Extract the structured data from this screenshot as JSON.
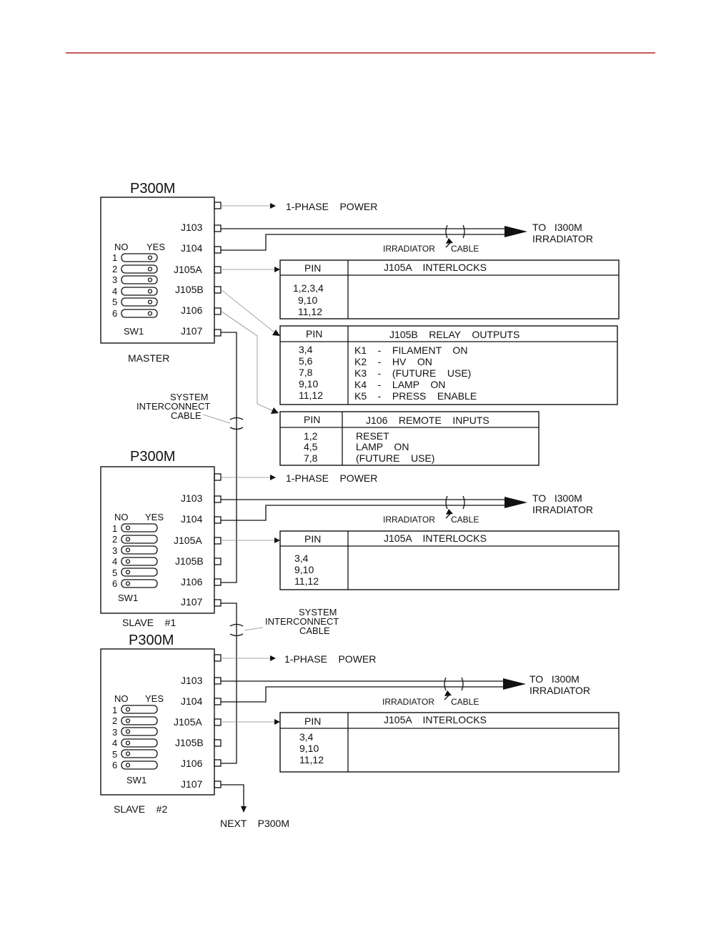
{
  "header_rule_color": "#b0262d",
  "units": [
    {
      "title": "P300M",
      "role": "MASTER",
      "power": "1-PHASE    POWER",
      "connectors": [
        "J103",
        "J104",
        "J105A",
        "J105B",
        "J106",
        "J107"
      ],
      "sw_no": "NO",
      "sw_yes": "YES",
      "sw_label": "SW1",
      "switches": [
        "1",
        "2",
        "3",
        "4",
        "5",
        "6"
      ],
      "output_to": [
        "TO   I300M",
        "IRRADIATOR"
      ],
      "cable": [
        "IRRADIATOR",
        "CABLE"
      ]
    },
    {
      "title": "P300M",
      "role": "SLAVE    #1",
      "power": "1-PHASE    POWER",
      "connectors": [
        "J103",
        "J104",
        "J105A",
        "J105B",
        "J106",
        "J107"
      ],
      "sw_no": "NO",
      "sw_yes": "YES",
      "sw_label": "SW1",
      "switches": [
        "1",
        "2",
        "3",
        "4",
        "5",
        "6"
      ],
      "output_to": [
        "TO   I300M",
        "IRRADIATOR"
      ],
      "cable": [
        "IRRADIATOR",
        "CABLE"
      ]
    },
    {
      "title": "P300M",
      "role": "SLAVE    #2",
      "power": "1-PHASE    POWER",
      "connectors": [
        "J103",
        "J104",
        "J105A",
        "J105B",
        "J106",
        "J107"
      ],
      "sw_no": "NO",
      "sw_yes": "YES",
      "sw_label": "SW1",
      "switches": [
        "1",
        "2",
        "3",
        "4",
        "5",
        "6"
      ],
      "output_to": [
        "TO   I300M",
        "IRRADIATOR"
      ],
      "cable": [
        "IRRADIATOR",
        "CABLE"
      ]
    }
  ],
  "tables": [
    {
      "pin_header": "PIN",
      "title": "J105A    INTERLOCKS",
      "pins": [
        "1,2,3,4",
        "9,10",
        "11,12"
      ],
      "desc": []
    },
    {
      "pin_header": "PIN",
      "title": "J105B    RELAY    OUTPUTS",
      "pins": [
        "3,4",
        "5,6",
        "7,8",
        "9,10",
        "11,12"
      ],
      "desc": [
        "K1    -    FILAMENT    ON",
        "K2    -    HV    ON",
        "K3    -    (FUTURE    USE)",
        "K4    -    LAMP    ON",
        "K5    -    PRESS    ENABLE"
      ]
    },
    {
      "pin_header": "PIN",
      "title": "J106    REMOTE    INPUTS",
      "pins": [
        "1,2",
        "4,5",
        "7,8"
      ],
      "desc": [
        "RESET",
        "LAMP    ON",
        "(FUTURE    USE)"
      ]
    },
    {
      "pin_header": "PIN",
      "title": "J105A    INTERLOCKS",
      "pins": [
        "3,4",
        "9,10",
        "11,12"
      ],
      "desc": []
    },
    {
      "pin_header": "PIN",
      "title": "J105A    INTERLOCKS",
      "pins": [
        "3,4",
        "9,10",
        "11,12"
      ],
      "desc": []
    }
  ],
  "interconnect": [
    {
      "lines": [
        "SYSTEM",
        "INTERCONNECT",
        "CABLE"
      ]
    },
    {
      "lines": [
        "SYSTEM",
        "INTERCONNECT",
        "CABLE"
      ]
    }
  ],
  "next": "NEXT    P300M"
}
